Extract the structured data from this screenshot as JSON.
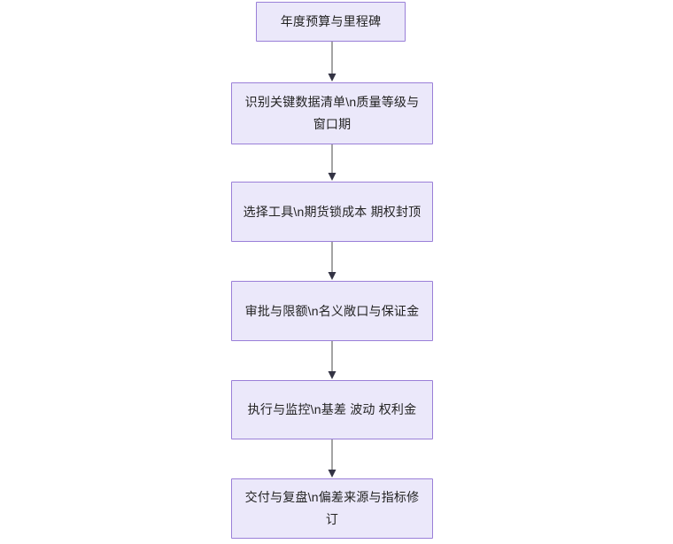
{
  "diagram": {
    "type": "flowchart",
    "orientation": "top-to-bottom",
    "background_color": "#ffffff",
    "node_fill_color": "#ebe8fa",
    "node_border_color": "#9a7fd8",
    "node_text_color": "#232323",
    "edge_color": "#8d8d8d",
    "arrowhead_color": "#333344",
    "nodes": [
      {
        "id": "n1",
        "label": "年度预算与里程碑"
      },
      {
        "id": "n2",
        "label": "识别关键数据清单\\n质量等级与窗口期"
      },
      {
        "id": "n3",
        "label": "选择工具\\n期货锁成本 期权封顶"
      },
      {
        "id": "n4",
        "label": "审批与限额\\n名义敞口与保证金"
      },
      {
        "id": "n5",
        "label": "执行与监控\\n基差 波动 权利金"
      },
      {
        "id": "n6",
        "label": "交付与复盘\\n偏差来源与指标修订"
      }
    ],
    "edges": [
      {
        "from": "n1",
        "to": "n2"
      },
      {
        "from": "n2",
        "to": "n3"
      },
      {
        "from": "n3",
        "to": "n4"
      },
      {
        "from": "n4",
        "to": "n5"
      },
      {
        "from": "n5",
        "to": "n6"
      }
    ]
  }
}
